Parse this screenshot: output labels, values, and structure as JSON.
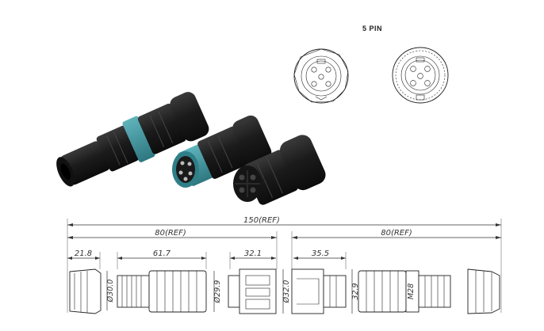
{
  "pin_label": "5 PIN",
  "dimensions": {
    "overall": "150(REF)",
    "left_half": "80(REF)",
    "right_half": "80(REF)",
    "d_21_8": "21.8",
    "d_61_7": "61.7",
    "d_32_1": "32.1",
    "d_35_5": "35.5",
    "dia_30": "Ø30.0",
    "dia_29_9": "Ø29.9",
    "dia_32": "Ø32.0",
    "d_32_9": "32.9",
    "thread": "M28"
  },
  "colors": {
    "body_black": "#1b1b1b",
    "accent_teal": "#3f8f98",
    "line": "#333333"
  }
}
